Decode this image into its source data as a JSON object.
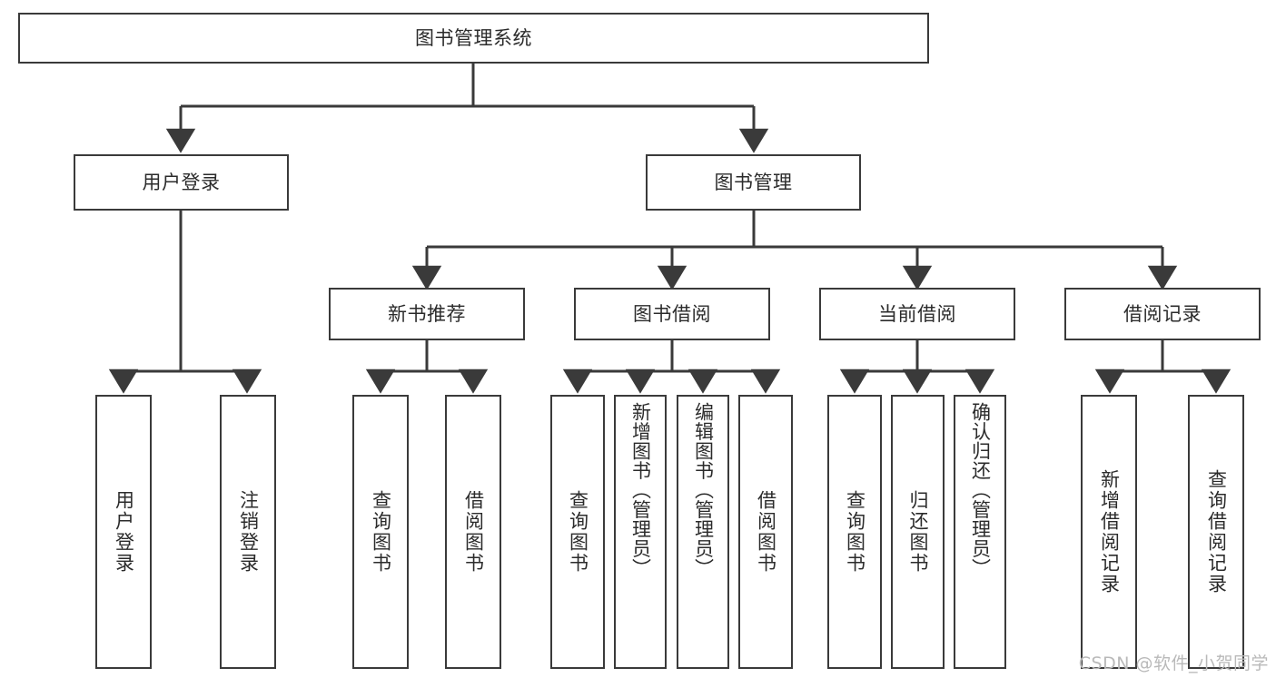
{
  "diagram": {
    "title": "图书管理系统",
    "type": "tree-hierarchy",
    "watermark": "CSDN @软件_小贺同学",
    "colors": {
      "background": "#ffffff",
      "box_border": "#3a3a3a",
      "box_fill": "#ffffff",
      "connector": "#3a3a3a",
      "text": "#2b2b2b",
      "watermark": "#b9b9b9"
    },
    "levels": [
      {
        "level": 1,
        "nodes": [
          {
            "id": "root",
            "label": "图书管理系统"
          }
        ]
      },
      {
        "level": 2,
        "nodes": [
          {
            "id": "login",
            "label": "用户登录",
            "parent": "root"
          },
          {
            "id": "bookmgmt",
            "label": "图书管理",
            "parent": "root"
          }
        ]
      },
      {
        "level": 3,
        "nodes": [
          {
            "id": "newbook",
            "label": "新书推荐",
            "parent": "bookmgmt"
          },
          {
            "id": "borrow",
            "label": "图书借阅",
            "parent": "bookmgmt"
          },
          {
            "id": "current",
            "label": "当前借阅",
            "parent": "bookmgmt"
          },
          {
            "id": "record",
            "label": "借阅记录",
            "parent": "bookmgmt"
          }
        ]
      },
      {
        "level": 4,
        "nodes": [
          {
            "id": "leaf1",
            "label": "用户登录",
            "parent": "login"
          },
          {
            "id": "leaf2",
            "label": "注销登录",
            "parent": "login"
          },
          {
            "id": "leaf3",
            "label": "查询图书",
            "parent": "newbook"
          },
          {
            "id": "leaf4",
            "label": "借阅图书",
            "parent": "newbook"
          },
          {
            "id": "leaf5",
            "label": "查询图书",
            "parent": "borrow"
          },
          {
            "id": "leaf6",
            "label": "新增图书（管理员）",
            "parent": "borrow"
          },
          {
            "id": "leaf7",
            "label": "编辑图书（管理员）",
            "parent": "borrow"
          },
          {
            "id": "leaf8",
            "label": "借阅图书",
            "parent": "borrow"
          },
          {
            "id": "leaf9",
            "label": "查询图书",
            "parent": "current"
          },
          {
            "id": "leaf10",
            "label": "归还图书",
            "parent": "current"
          },
          {
            "id": "leaf11",
            "label": "确认归还（管理员）",
            "parent": "current"
          },
          {
            "id": "leaf12",
            "label": "新增借阅记录",
            "parent": "record"
          },
          {
            "id": "leaf13",
            "label": "查询借阅记录",
            "parent": "record"
          }
        ]
      }
    ]
  }
}
